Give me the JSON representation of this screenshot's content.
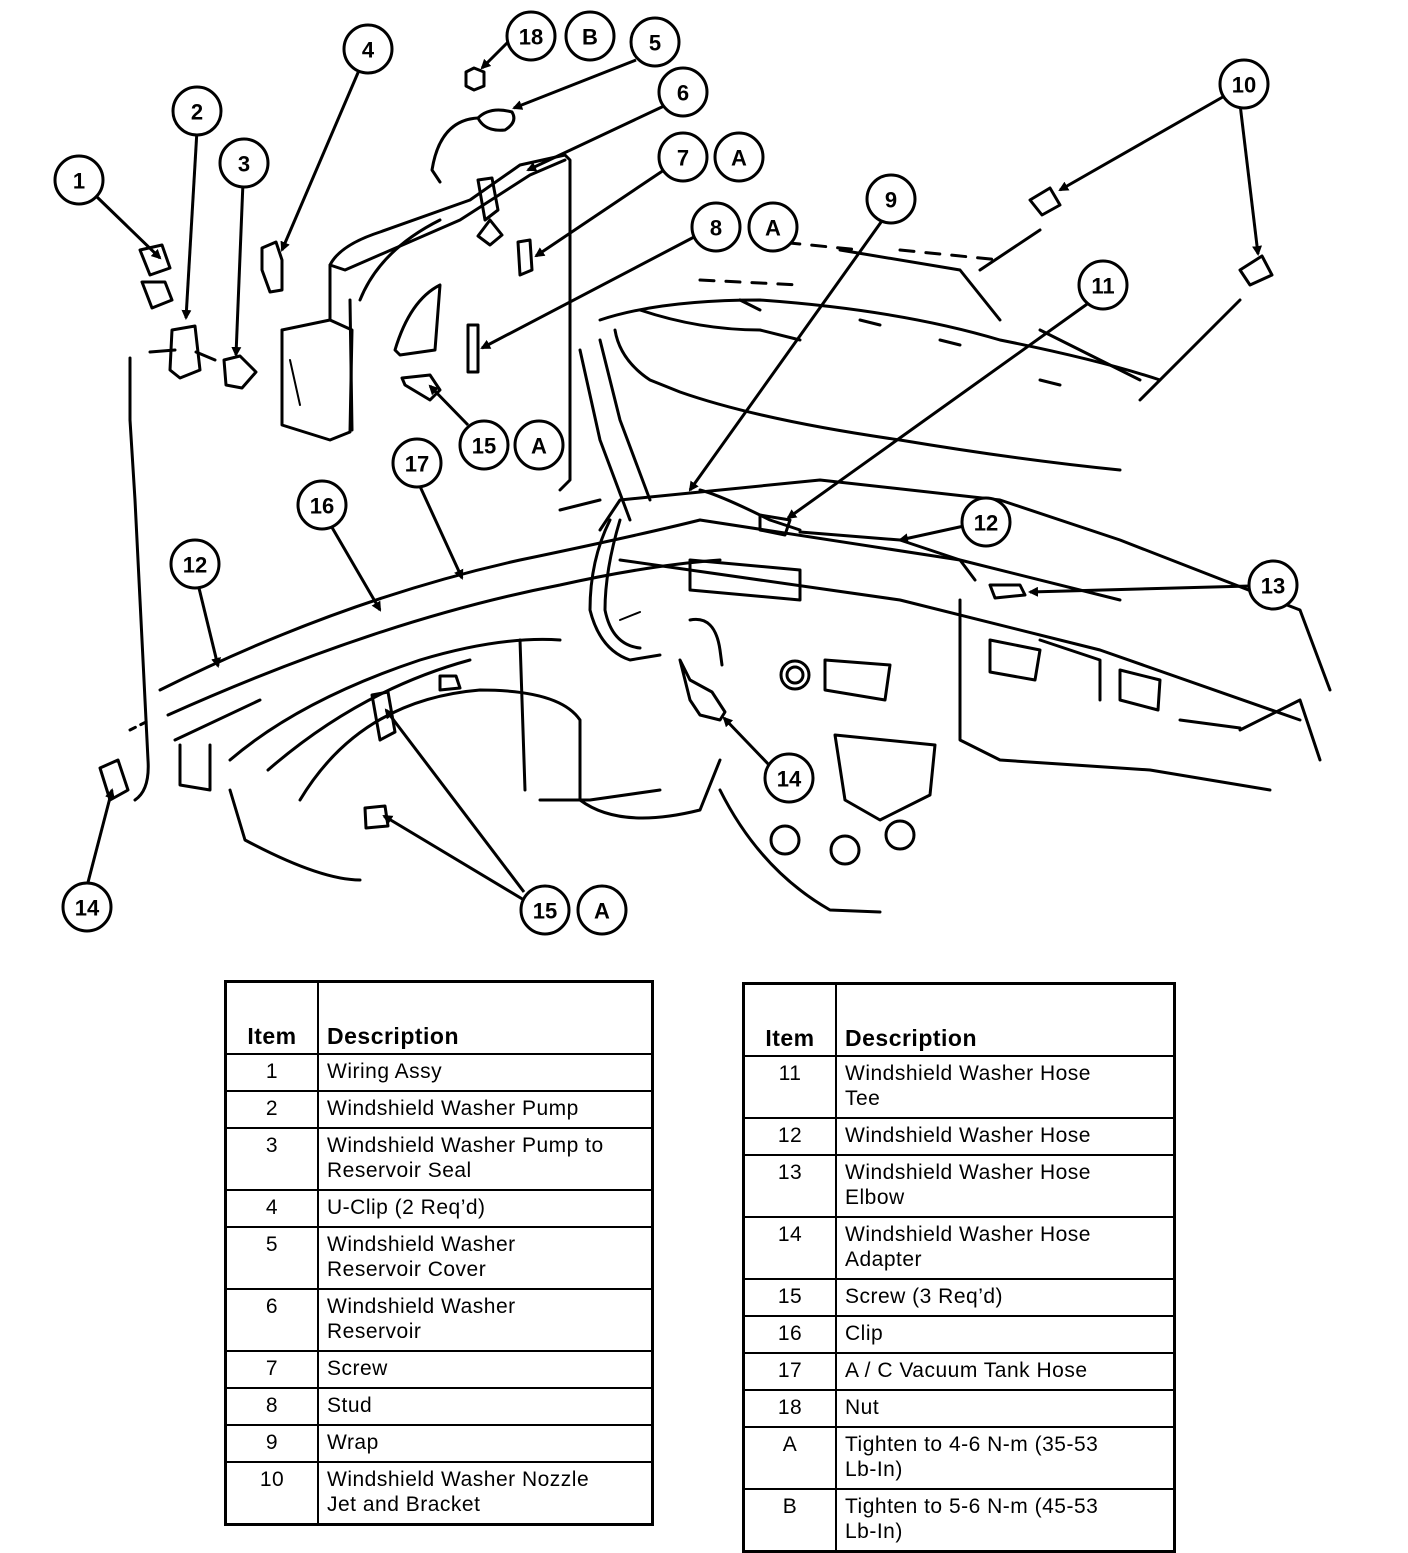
{
  "callouts": {
    "c1": "1",
    "c2": "2",
    "c3": "3",
    "c4": "4",
    "c5": "5",
    "c6": "6",
    "c7": "7",
    "c7a": "A",
    "c8": "8",
    "c8a": "A",
    "c9": "9",
    "c10": "10",
    "c11": "11",
    "c12a": "12",
    "c12b": "12",
    "c13": "13",
    "c14a": "14",
    "c14b": "14",
    "c15a": "15",
    "c15aa": "A",
    "c15b": "15",
    "c15ba": "A",
    "c16": "16",
    "c17": "17",
    "c18": "18",
    "c18b": "B"
  },
  "table_left": {
    "header_item": "Item",
    "header_desc": "Description",
    "rows": [
      {
        "item": "1",
        "desc": "Wiring Assy"
      },
      {
        "item": "2",
        "desc": "Windshield Washer Pump"
      },
      {
        "item": "3",
        "desc": "Windshield Washer Pump to\nReservoir Seal"
      },
      {
        "item": "4",
        "desc": "U-Clip (2 Req’d)"
      },
      {
        "item": "5",
        "desc": "Windshield Washer\nReservoir Cover"
      },
      {
        "item": "6",
        "desc": "Windshield Washer\nReservoir"
      },
      {
        "item": "7",
        "desc": "Screw"
      },
      {
        "item": "8",
        "desc": "Stud"
      },
      {
        "item": "9",
        "desc": "Wrap"
      },
      {
        "item": "10",
        "desc": "Windshield Washer Nozzle\nJet and Bracket"
      }
    ]
  },
  "table_right": {
    "header_item": "Item",
    "header_desc": "Description",
    "rows": [
      {
        "item": "11",
        "desc": "Windshield Washer Hose\nTee"
      },
      {
        "item": "12",
        "desc": "Windshield Washer Hose"
      },
      {
        "item": "13",
        "desc": "Windshield Washer Hose\nElbow"
      },
      {
        "item": "14",
        "desc": "Windshield Washer Hose\nAdapter"
      },
      {
        "item": "15",
        "desc": "Screw (3 Req’d)"
      },
      {
        "item": "16",
        "desc": "Clip"
      },
      {
        "item": "17",
        "desc": "A / C Vacuum Tank Hose"
      },
      {
        "item": "18",
        "desc": "Nut"
      },
      {
        "item": "A",
        "desc": "Tighten to 4-6 N-m (35-53\nLb-In)"
      },
      {
        "item": "B",
        "desc": "Tighten to 5-6 N-m (45-53\nLb-In)"
      }
    ]
  }
}
